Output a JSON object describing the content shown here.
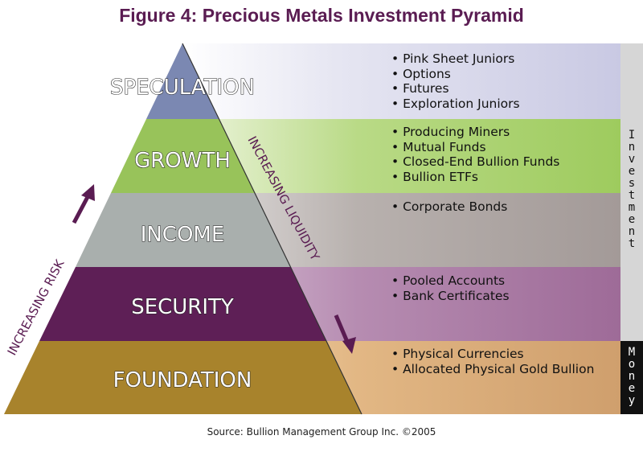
{
  "title": "Figure 4: Precious Metals Investment Pyramid",
  "source": "Source: Bullion Management Group Inc. ©2005",
  "levels": [
    {
      "label": "SPECULATION",
      "items": [
        "Pink Sheet Juniors",
        "Options",
        "Futures",
        "Exploration Juniors"
      ],
      "color": "#7b88b2",
      "band_color": "#cfcfe6"
    },
    {
      "label": "GROWTH",
      "items": [
        "Producing Miners",
        "Mutual Funds",
        "Closed-End Bullion Funds",
        "Bullion ETFs"
      ],
      "color": "#98c35a",
      "band_color": "#a9cf6c"
    },
    {
      "label": "INCOME",
      "items": [
        "Corporate Bonds"
      ],
      "color": "#a9afad",
      "band_color": "#a9a19f"
    },
    {
      "label": "SECURITY",
      "items": [
        "Pooled Accounts",
        "Bank Certificates"
      ],
      "color": "#5e1f56",
      "band_color": "#a87aa3"
    },
    {
      "label": "FOUNDATION",
      "items": [
        "Physical Currencies",
        "Allocated Physical Gold Bullion"
      ],
      "color": "#a8832c",
      "band_color": "#d9ac7c"
    }
  ],
  "axes": {
    "risk": "INCREASING RISK",
    "liquidity": "INCREASING LIQUIDITY"
  },
  "side": {
    "investment": "Investment",
    "money": "Money"
  }
}
